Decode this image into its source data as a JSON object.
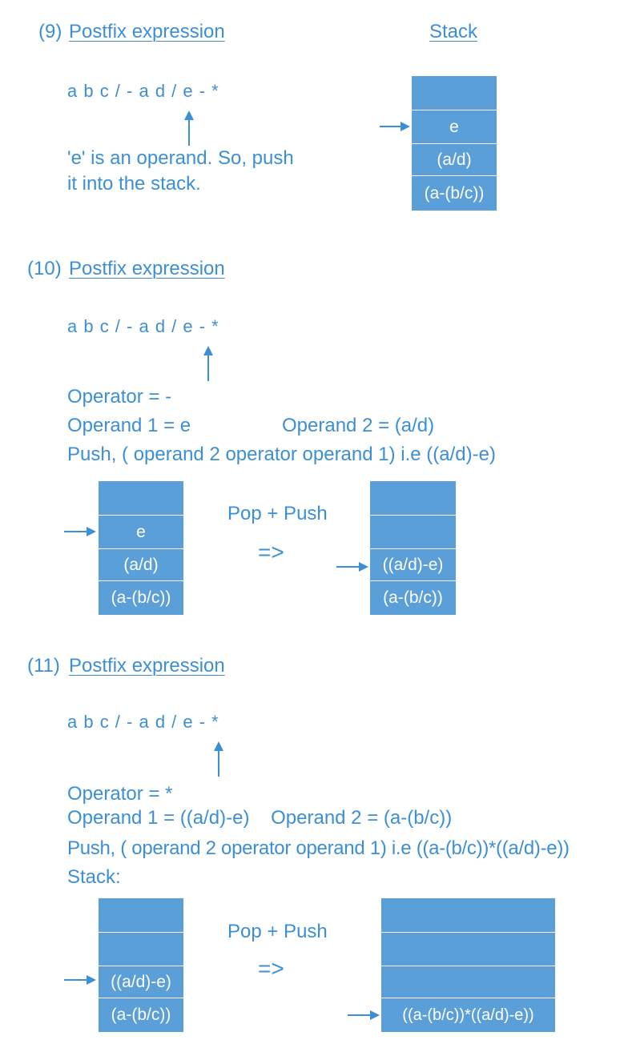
{
  "colors": {
    "text": "#3d8fd4",
    "stack_fill": "#5b9fd9",
    "stack_text": "#ffffff"
  },
  "step9": {
    "number": "(9)",
    "heading": "Postfix expression",
    "stack_heading": "Stack",
    "expression": "a b c / - a d / e  - *",
    "note_line1": "'e' is an operand. So, push",
    "note_line2": "it into the stack.",
    "stack": [
      "",
      "e",
      "(a/d)",
      "(a-(b/c))"
    ]
  },
  "step10": {
    "number": "(10)",
    "heading": "Postfix expression",
    "expression": "a b c / - a d / e  - *",
    "operator_line": "Operator = -",
    "operand1_line": "Operand 1 = e",
    "operand2_line": "Operand 2 = (a/d)",
    "push_line": "Push, ( operand 2 operator operand 1) i.e ((a/d)-e)",
    "pop_push": "Pop + Push",
    "implies": "=>",
    "stack_before": [
      "",
      "e",
      "(a/d)",
      "(a-(b/c))"
    ],
    "stack_after": [
      "",
      "",
      "((a/d)-e)",
      "(a-(b/c))"
    ]
  },
  "step11": {
    "number": "(11)",
    "heading": "Postfix expression",
    "expression": "a b c / - a d / e  - *",
    "operator_line": "Operator = *",
    "operand_line": "Operand 1 = ((a/d)-e)    Operand 2 = (a-(b/c))",
    "push_line": "Push, ( operand 2 operator operand 1) i.e ((a-(b/c))*((a/d)-e))",
    "stack_label": "Stack:",
    "pop_push": "Pop + Push",
    "implies": "=>",
    "stack_before": [
      "",
      "",
      "((a/d)-e)",
      "(a-(b/c))"
    ],
    "stack_after": [
      "",
      "",
      "",
      "((a-(b/c))*((a/d)-e))"
    ]
  }
}
